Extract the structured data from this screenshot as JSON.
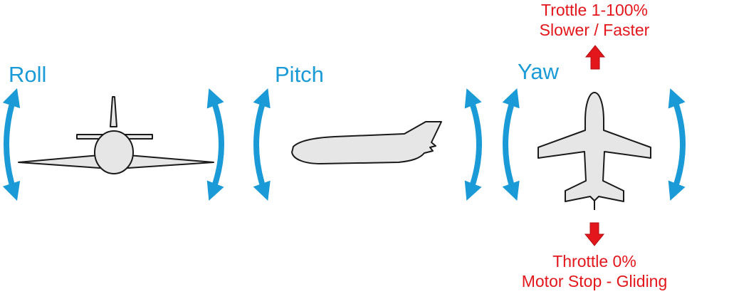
{
  "labels": {
    "roll": "Roll",
    "pitch": "Pitch",
    "yaw": "Yaw"
  },
  "throttle_up": {
    "line1": "Trottle 1-100%",
    "line2": "Slower / Faster"
  },
  "throttle_down": {
    "line1": "Throttle 0%",
    "line2": "Motor Stop - Gliding"
  },
  "colors": {
    "axis_arrow": "#1a9ad6",
    "throttle": "#e3161b",
    "aircraft_fill": "#e6e6e6",
    "aircraft_stroke": "#1a1a1a"
  },
  "icons": {
    "roll_view": "aircraft-front-view-icon",
    "pitch_view": "aircraft-side-view-icon",
    "yaw_view": "aircraft-top-view-icon",
    "rotation": "curved-double-arrow-icon",
    "throttle_up": "arrow-up-icon",
    "throttle_down": "arrow-down-icon"
  }
}
